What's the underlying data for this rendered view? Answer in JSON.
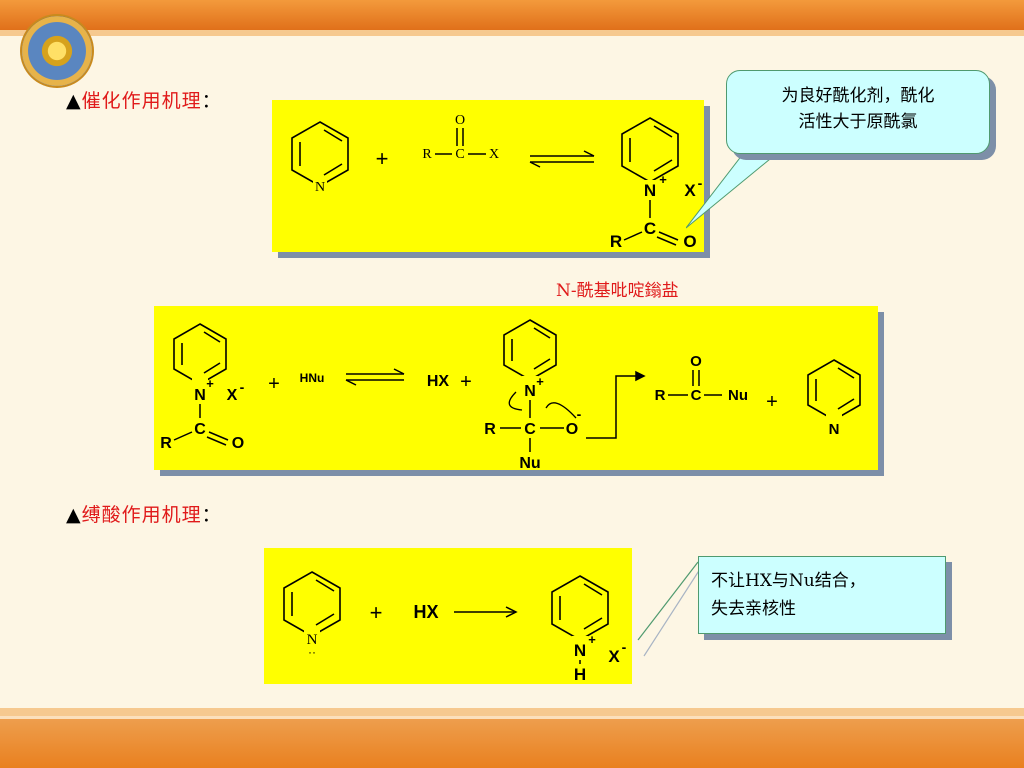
{
  "heading1": {
    "prefix": "▲",
    "title": "催化作用机理",
    "suffix": "："
  },
  "heading2": {
    "prefix": "▲",
    "title": "缚酸作用机理",
    "suffix": "："
  },
  "callout1": {
    "line1": "为良好酰化剂，酰化",
    "line2": "活性大于原酰氯"
  },
  "callout2": {
    "line1": "不让HX与Nu结合，",
    "line2": "失去亲核性"
  },
  "salt_label": "N-酰基吡啶鎓盐",
  "reaction1": {
    "plus": "+",
    "pyridine_n": "N",
    "acyl_o": "O",
    "acyl_r": "R",
    "acyl_c": "C",
    "acyl_x": "X",
    "prod_n": "N",
    "prod_plus": "+",
    "prod_x": "X",
    "prod_minus": "-",
    "prod_c": "C",
    "prod_r": "R",
    "prod_o": "O"
  },
  "reaction2": {
    "n": "N",
    "nplus": "+",
    "x": "X",
    "xminus": "-",
    "c": "C",
    "r": "R",
    "o": "O",
    "plus1": "+",
    "hnu": "HNu",
    "hx": "HX",
    "plus2": "+",
    "int_n": "N",
    "int_plus": "+",
    "int_r": "R",
    "int_c": "C",
    "int_o": "O",
    "int_ominus": "-",
    "int_nu": "Nu",
    "prod_o": "O",
    "prod_r": "R",
    "prod_c": "C",
    "prod_nu": "Nu",
    "plus3": "+",
    "py_n": "N"
  },
  "reaction3": {
    "py_n": "N",
    "lone_pair": "··",
    "plus": "+",
    "hx": "HX",
    "prod_n": "N",
    "prod_plus": "+",
    "prod_h": "H",
    "prod_x": "X",
    "prod_minus": "-"
  }
}
